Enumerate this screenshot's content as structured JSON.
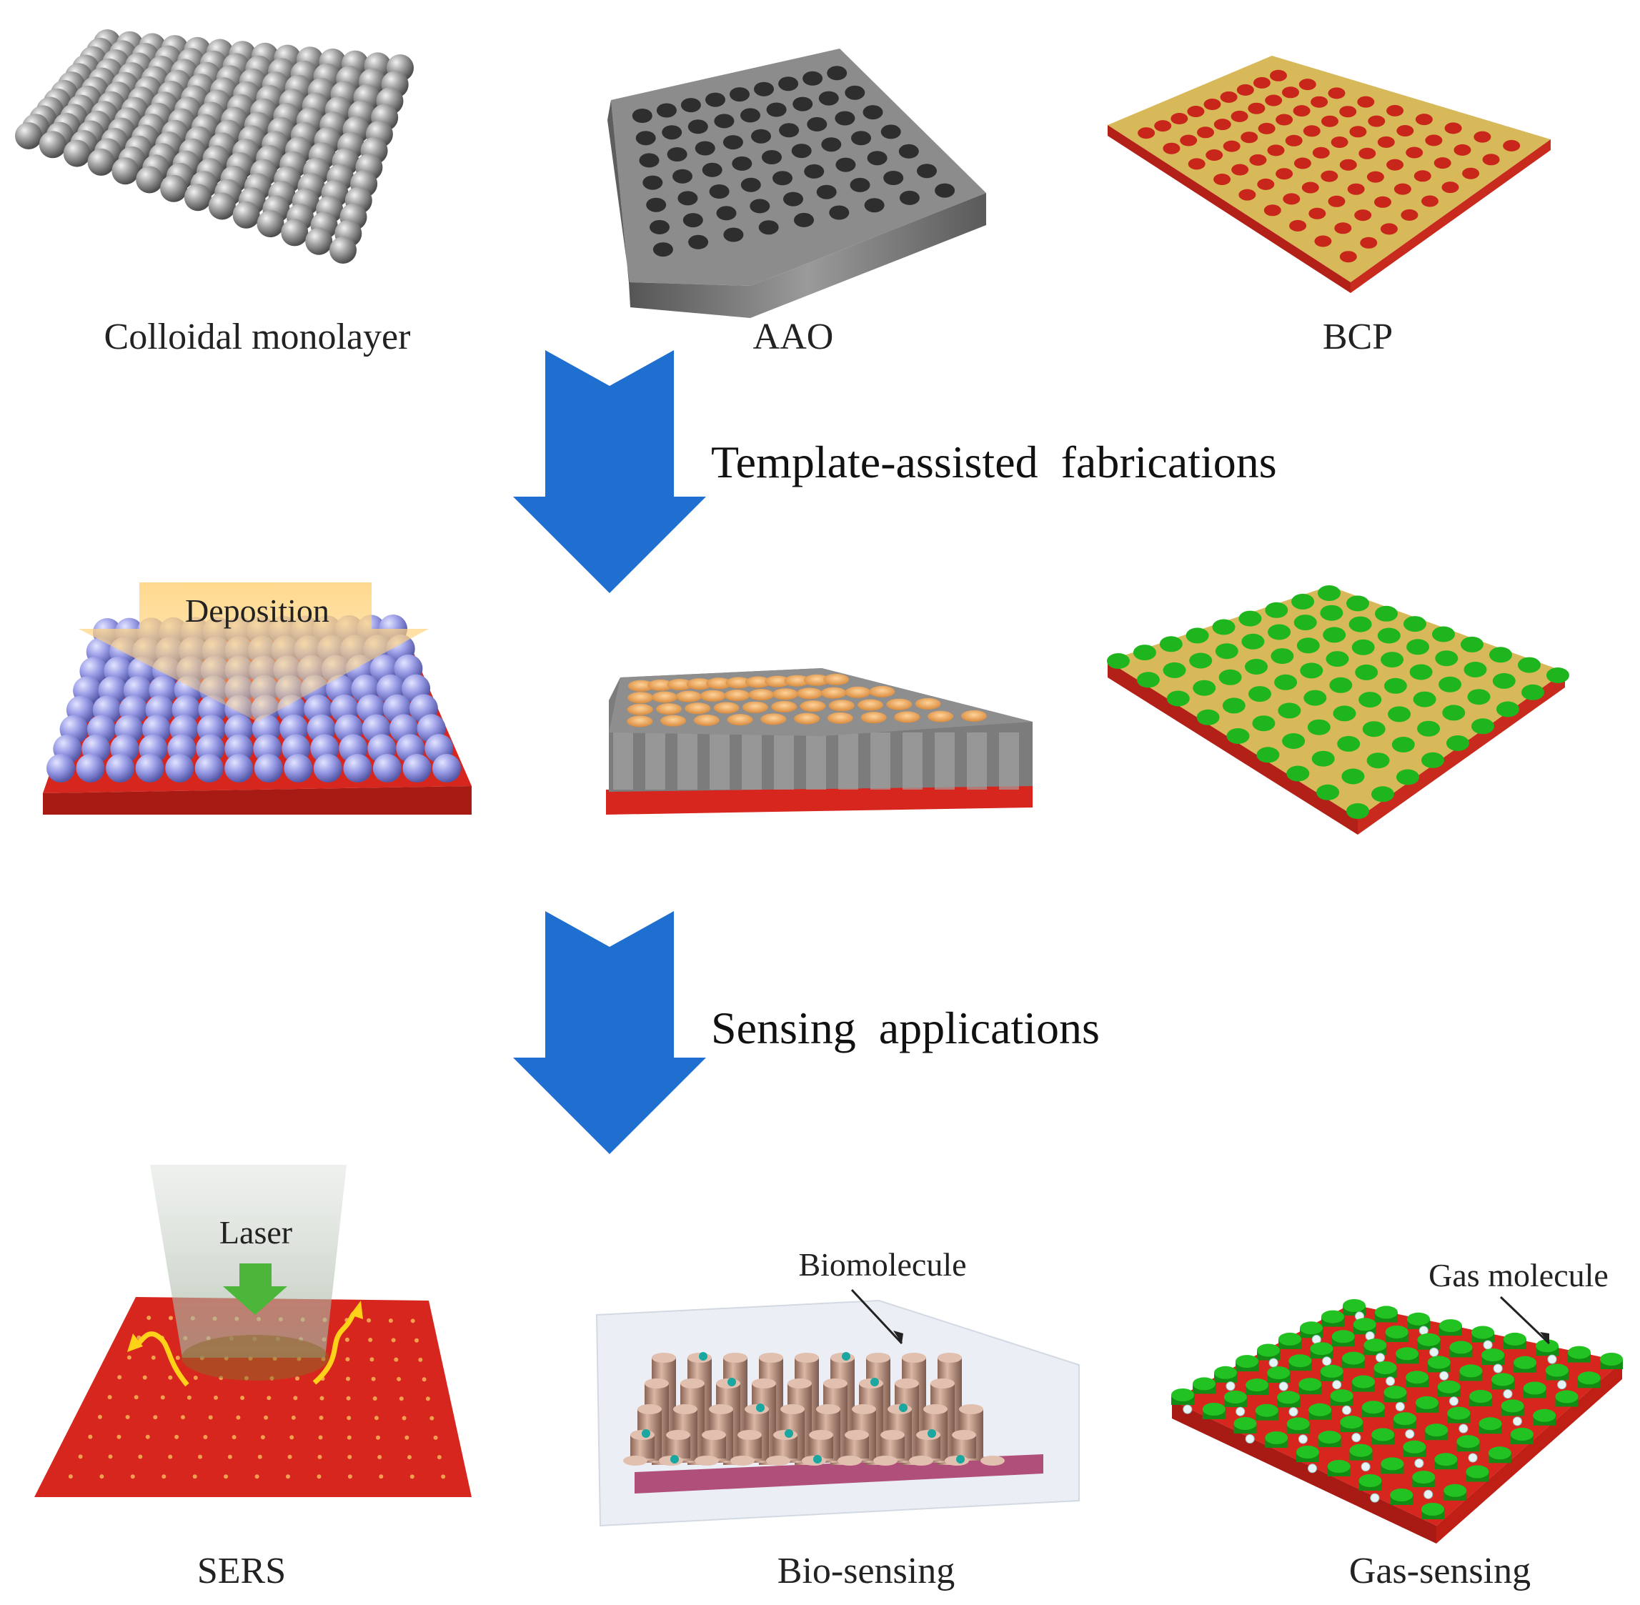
{
  "templates": {
    "colloidal_label": "Colloidal monolayer",
    "aao_label": "AAO",
    "bcp_label": "BCP"
  },
  "steps": {
    "fabrication_label": "Template-assisted  fabrications",
    "sensing_label": "Sensing  applications"
  },
  "fabrication": {
    "deposition_label": "Deposition"
  },
  "applications": {
    "sers_label": "SERS",
    "laser_label": "Laser",
    "bio_label": "Bio-sensing",
    "biomolecule_label": "Biomolecule",
    "gas_label": "Gas-sensing",
    "gas_molecule_label": "Gas molecule"
  },
  "colors": {
    "arrow_blue": "#1f6fd1",
    "substrate_red": "#d7261e",
    "bcp_yellow": "#d8b95a",
    "dot_green": "#1fb51f",
    "sphere_gray": "#9a9a9a",
    "sphere_purple": "#9b9ee6",
    "pillar_tan": "#c9a08c"
  }
}
